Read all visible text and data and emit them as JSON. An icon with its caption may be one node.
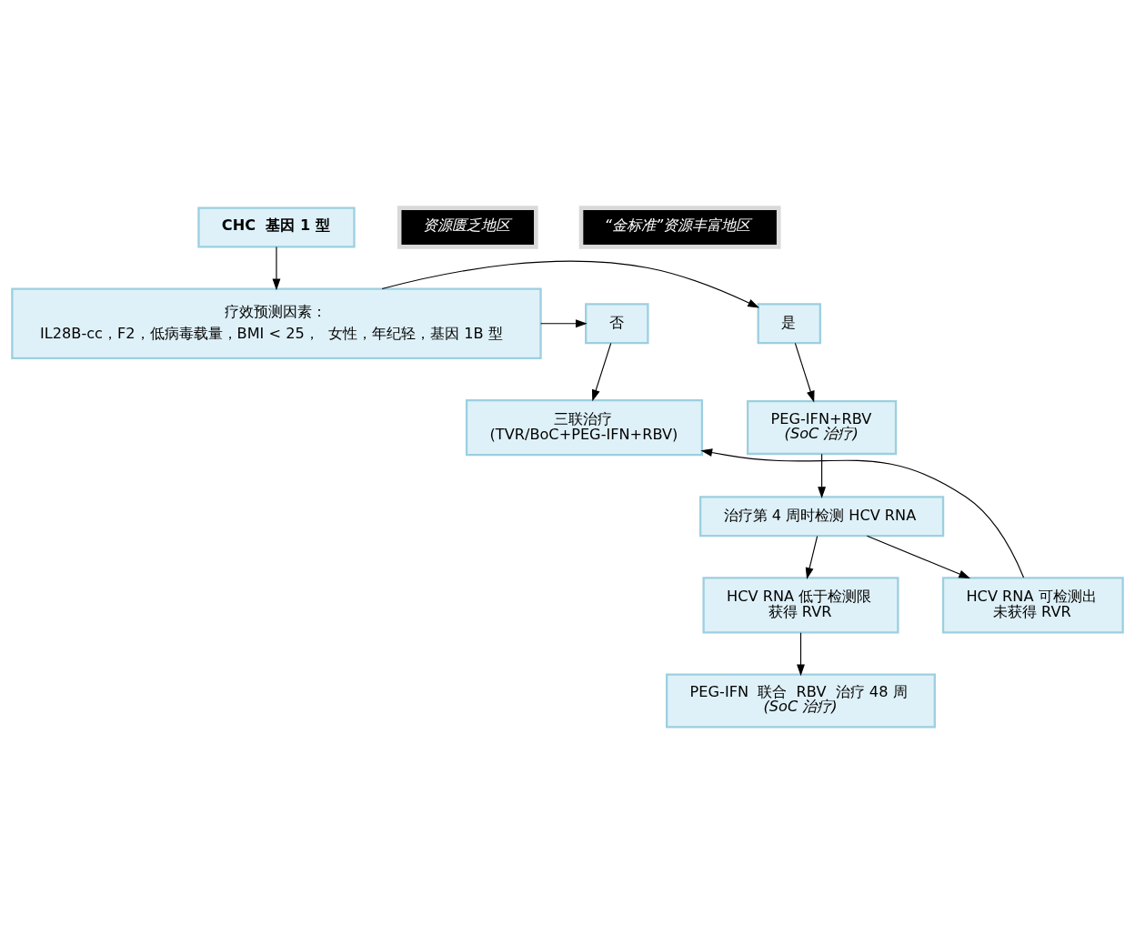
{
  "diagram": {
    "nodes": [
      {
        "text": [
          "CHC  基因 1 型"
        ]
      },
      {
        "text": [
          "资源匮乏地区"
        ]
      },
      {
        "text": [
          "“金标准”资源丰富地区"
        ]
      },
      {
        "text": [
          "疗效预测因素：",
          "IL28B-cc，F2，低病毒载量，BMI < 25，  女性，年纪轻，基因 1B 型"
        ]
      },
      {
        "text": [
          "是"
        ]
      },
      {
        "text": [
          "否"
        ]
      },
      {
        "text": [
          "PEG-IFN+RBV",
          "(SoC 治疗)"
        ]
      },
      {
        "text": [
          "三联治疗",
          "(TVR/BoC+PEG-IFN+RBV)"
        ]
      },
      {
        "text": [
          "治疗第 4 周时检测 HCV RNA"
        ]
      },
      {
        "text": [
          "HCV RNA 低于检测限",
          "获得 RVR"
        ]
      },
      {
        "text": [
          "HCV RNA 可检测出",
          "未获得 RVR"
        ]
      },
      {
        "text": [
          "PEG-IFN  联合  RBV  治疗 48 周",
          "(SoC 治疗)"
        ]
      }
    ],
    "edges": [
      {
        "from": 0,
        "to": 3,
        "arrow": "to"
      },
      {
        "from": 3,
        "to": 4,
        "arrow": "to"
      },
      {
        "from": 3,
        "to": 5,
        "arrow": "to"
      },
      {
        "from": 4,
        "to": 6,
        "arrow": "to"
      },
      {
        "from": 5,
        "to": 7,
        "arrow": "to"
      },
      {
        "from": 6,
        "to": 8,
        "arrow": "to"
      },
      {
        "from": 8,
        "to": 9,
        "arrow": "to"
      },
      {
        "from": 8,
        "to": 10,
        "arrow": "to"
      },
      {
        "from": 10,
        "to": 7,
        "arrow": "to"
      },
      {
        "from": 9,
        "to": 11,
        "arrow": "to"
      }
    ]
  }
}
